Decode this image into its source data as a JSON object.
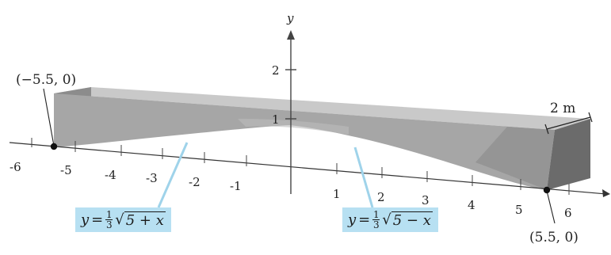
{
  "diagram": {
    "x_axis": {
      "ticks": [
        "-6",
        "-5",
        "-4",
        "-3",
        "-2",
        "-1",
        "1",
        "2",
        "3",
        "4",
        "5",
        "6"
      ]
    },
    "y_axis": {
      "label": "y",
      "ticks": [
        "1",
        "2"
      ]
    },
    "points": {
      "left": "(−5.5, 0)",
      "right": "(5.5, 0)"
    },
    "width_label": "2 m",
    "curves": {
      "left": {
        "lhs": "y",
        "eq": "=",
        "num": "1",
        "den": "3",
        "radical": "5 + x"
      },
      "right": {
        "lhs": "y",
        "eq": "=",
        "num": "1",
        "den": "3",
        "radical": "5 − x"
      }
    },
    "colors": {
      "label_box": "#b7e0f2",
      "solid_top": "#c4c4c4",
      "solid_front": "#9a9a9a",
      "solid_end": "#6f6f6f",
      "axis": "#333333"
    }
  }
}
